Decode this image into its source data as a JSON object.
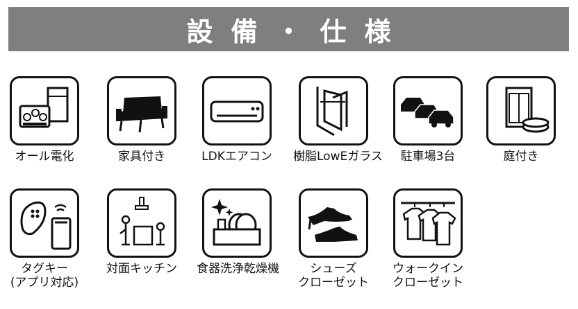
{
  "header": {
    "title": "設備・仕様"
  },
  "items": [
    {
      "label": "オール電化",
      "icon": "all-electric-icon"
    },
    {
      "label": "家具付き",
      "icon": "sofa-icon"
    },
    {
      "label": "LDKエアコン",
      "icon": "air-conditioner-icon"
    },
    {
      "label": "樹脂LowEガラス",
      "icon": "window-glass-icon"
    },
    {
      "label": "駐車場3台",
      "icon": "cars-icon"
    },
    {
      "label": "庭付き",
      "icon": "garden-icon"
    },
    {
      "label": "タグキー",
      "label2": "(アプリ対応)",
      "icon": "tag-key-icon"
    },
    {
      "label": "対面キッチン",
      "icon": "kitchen-icon"
    },
    {
      "label": "食器洗浄乾燥機",
      "icon": "dishwasher-icon"
    },
    {
      "label": "シューズ",
      "label2": "クローゼット",
      "icon": "shoes-icon"
    },
    {
      "label": "ウォークイン",
      "label2": "クローゼット",
      "icon": "clothes-icon"
    }
  ]
}
